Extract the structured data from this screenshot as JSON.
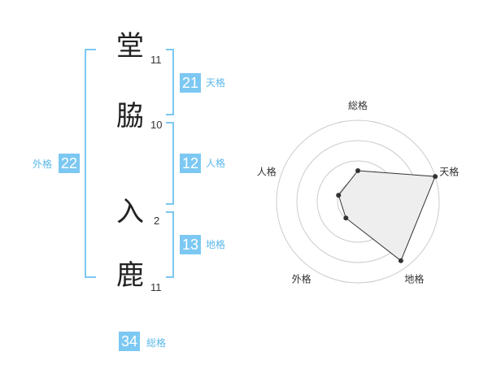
{
  "name": {
    "chars": [
      {
        "char": "堂",
        "strokes": "11"
      },
      {
        "char": "脇",
        "strokes": "10"
      },
      {
        "char": "入",
        "strokes": "2"
      },
      {
        "char": "鹿",
        "strokes": "11"
      }
    ]
  },
  "kakusu": {
    "tenkaku": {
      "value": "21",
      "label": "天格"
    },
    "jinkaku": {
      "value": "12",
      "label": "人格"
    },
    "chikaku": {
      "value": "13",
      "label": "地格"
    },
    "gaikaku": {
      "value": "22",
      "label": "外格"
    },
    "soukaku": {
      "value": "34",
      "label": "総格"
    }
  },
  "colors": {
    "accent": "#7cc8f2",
    "label_accent": "#5cb8ea",
    "grid": "#cccccc",
    "fill": "#eeeeee"
  },
  "chart_data": {
    "type": "radar",
    "axes": [
      "総格",
      "天格",
      "地格",
      "外格",
      "人格"
    ],
    "values": [
      0.38,
      1.0,
      0.9,
      0.25,
      0.25
    ],
    "rings": 4
  }
}
